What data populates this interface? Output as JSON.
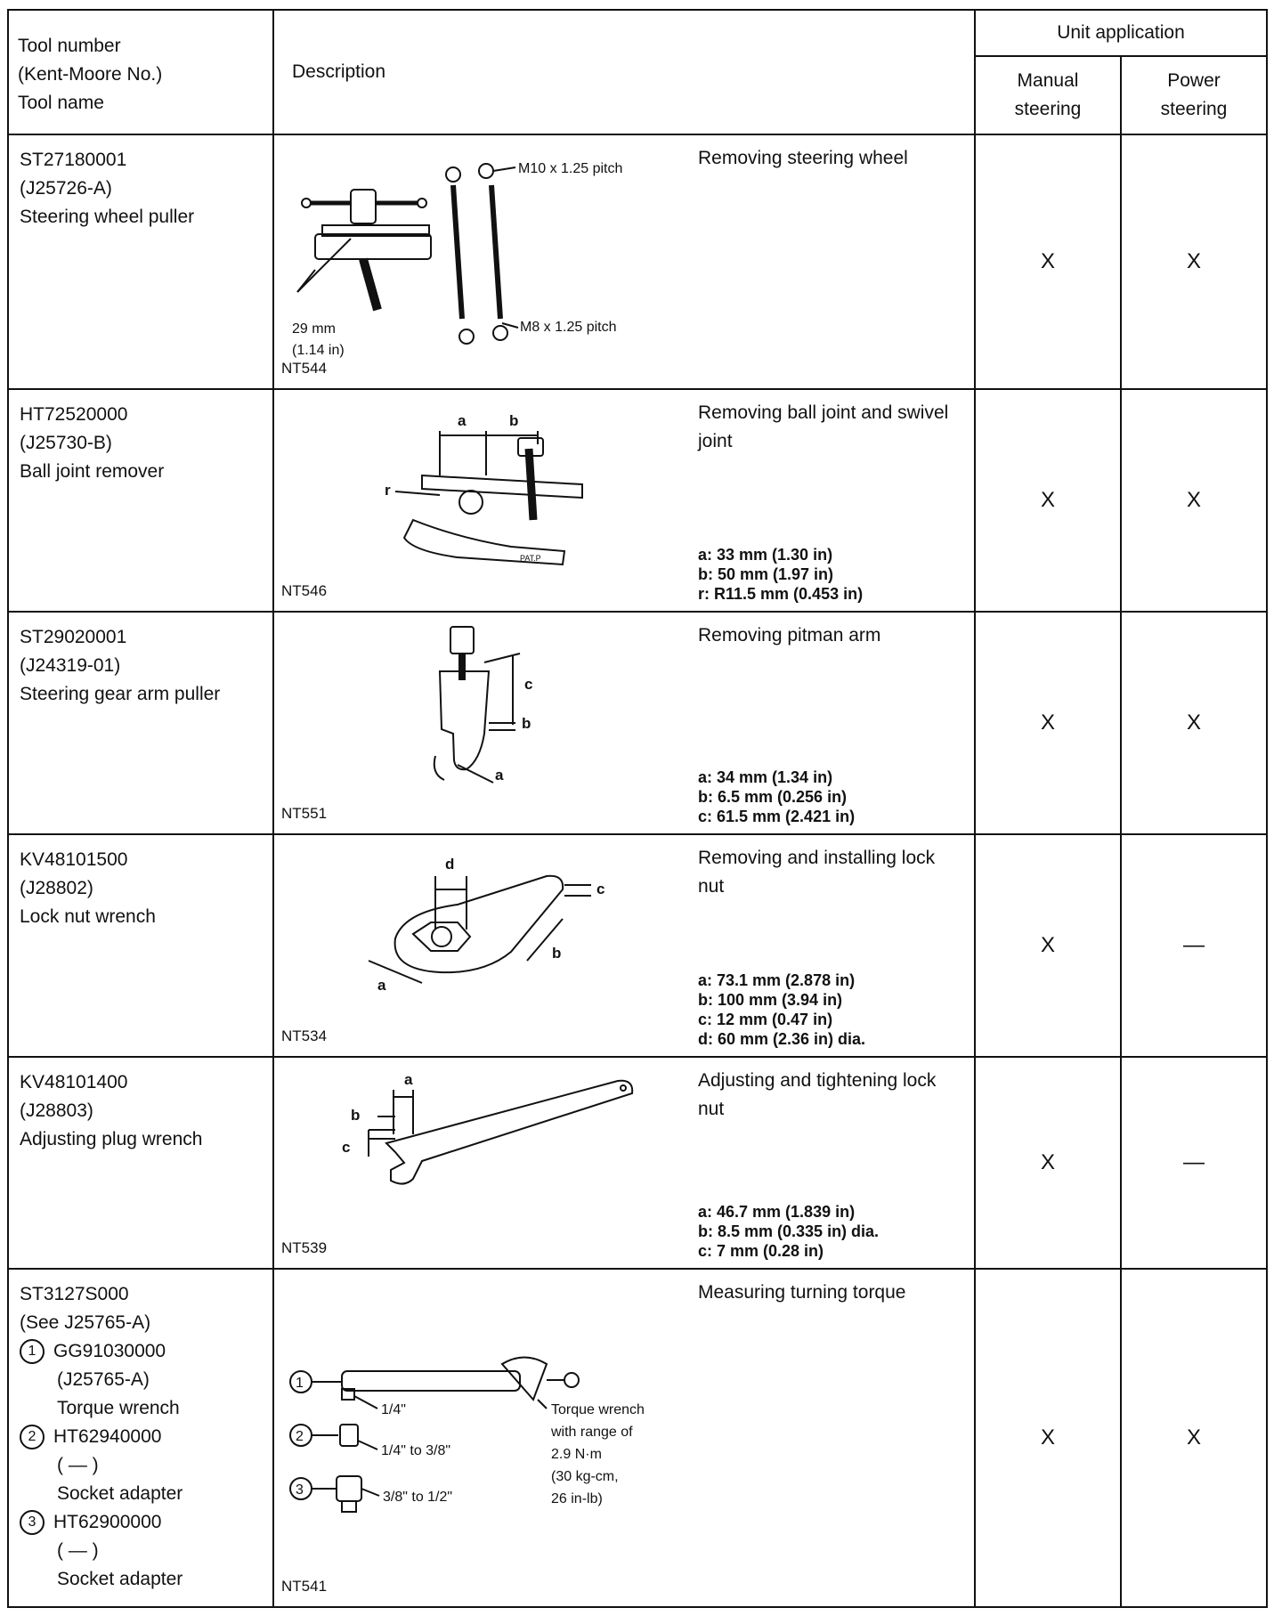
{
  "header": {
    "tool_lines": [
      "Tool number",
      "(Kent-Moore No.)",
      "Tool name"
    ],
    "description": "Description",
    "unit_application": "Unit application",
    "manual": [
      "Manual",
      "steering"
    ],
    "power": [
      "Power",
      "steering"
    ]
  },
  "rows": [
    {
      "tool": [
        "ST27180001",
        "(J25726-A)",
        "Steering wheel puller"
      ],
      "purpose": "Removing steering wheel",
      "specs": [],
      "code": "NT544",
      "fig_labels": [
        "M10 x 1.25 pitch",
        "M8 x 1.25 pitch",
        "29 mm",
        "(1.14 in)"
      ],
      "manual": "X",
      "power": "X"
    },
    {
      "tool": [
        "HT72520000",
        "(J25730-B)",
        "Ball joint remover"
      ],
      "purpose": "Removing ball joint and swivel joint",
      "specs": [
        "a: 33 mm (1.30 in)",
        "b: 50 mm (1.97 in)",
        "r: R11.5 mm (0.453 in)"
      ],
      "code": "NT546",
      "fig_labels": [
        "a",
        "b",
        "r",
        "PAT.P"
      ],
      "manual": "X",
      "power": "X"
    },
    {
      "tool": [
        "ST29020001",
        "(J24319-01)",
        "Steering gear arm puller"
      ],
      "purpose": "Removing pitman arm",
      "specs": [
        "a: 34 mm (1.34 in)",
        "b: 6.5 mm (0.256 in)",
        "c: 61.5 mm (2.421 in)"
      ],
      "code": "NT551",
      "fig_labels": [
        "c",
        "b",
        "a"
      ],
      "manual": "X",
      "power": "X"
    },
    {
      "tool": [
        "KV48101500",
        "(J28802)",
        "Lock nut wrench"
      ],
      "purpose": "Removing and installing lock nut",
      "specs": [
        "a: 73.1 mm (2.878 in)",
        "b: 100 mm (3.94 in)",
        "c: 12 mm (0.47 in)",
        "d: 60 mm (2.36 in) dia."
      ],
      "code": "NT534",
      "fig_labels": [
        "d",
        "c",
        "b",
        "a"
      ],
      "manual": "X",
      "power": "—"
    },
    {
      "tool": [
        "KV48101400",
        "(J28803)",
        "Adjusting plug wrench"
      ],
      "purpose": "Adjusting and tightening lock nut",
      "specs": [
        "a: 46.7 mm (1.839 in)",
        "b: 8.5 mm (0.335 in) dia.",
        "c: 7 mm (0.28 in)"
      ],
      "code": "NT539",
      "fig_labels": [
        "a",
        "b",
        "c"
      ],
      "manual": "X",
      "power": "—"
    },
    {
      "tool_main": [
        "ST3127S000",
        "(See J25765-A)"
      ],
      "subitems": [
        {
          "num": "1",
          "lines": [
            "GG91030000",
            "(J25765-A)",
            "Torque wrench"
          ]
        },
        {
          "num": "2",
          "lines": [
            "HT62940000",
            "(   —   )",
            "Socket adapter"
          ]
        },
        {
          "num": "3",
          "lines": [
            "HT62900000",
            "(   —   )",
            "Socket adapter"
          ]
        }
      ],
      "purpose": "Measuring turning torque",
      "code": "NT541",
      "fig_nums": [
        "1",
        "2",
        "3"
      ],
      "fig_labels": [
        "1/4\"",
        "1/4\" to 3/8\"",
        "3/8\" to 1/2\""
      ],
      "range_note": [
        "Torque wrench",
        "with range of",
        "2.9 N·m",
        "(30 kg-cm,",
        "26 in-lb)"
      ],
      "manual": "X",
      "power": "X"
    }
  ]
}
